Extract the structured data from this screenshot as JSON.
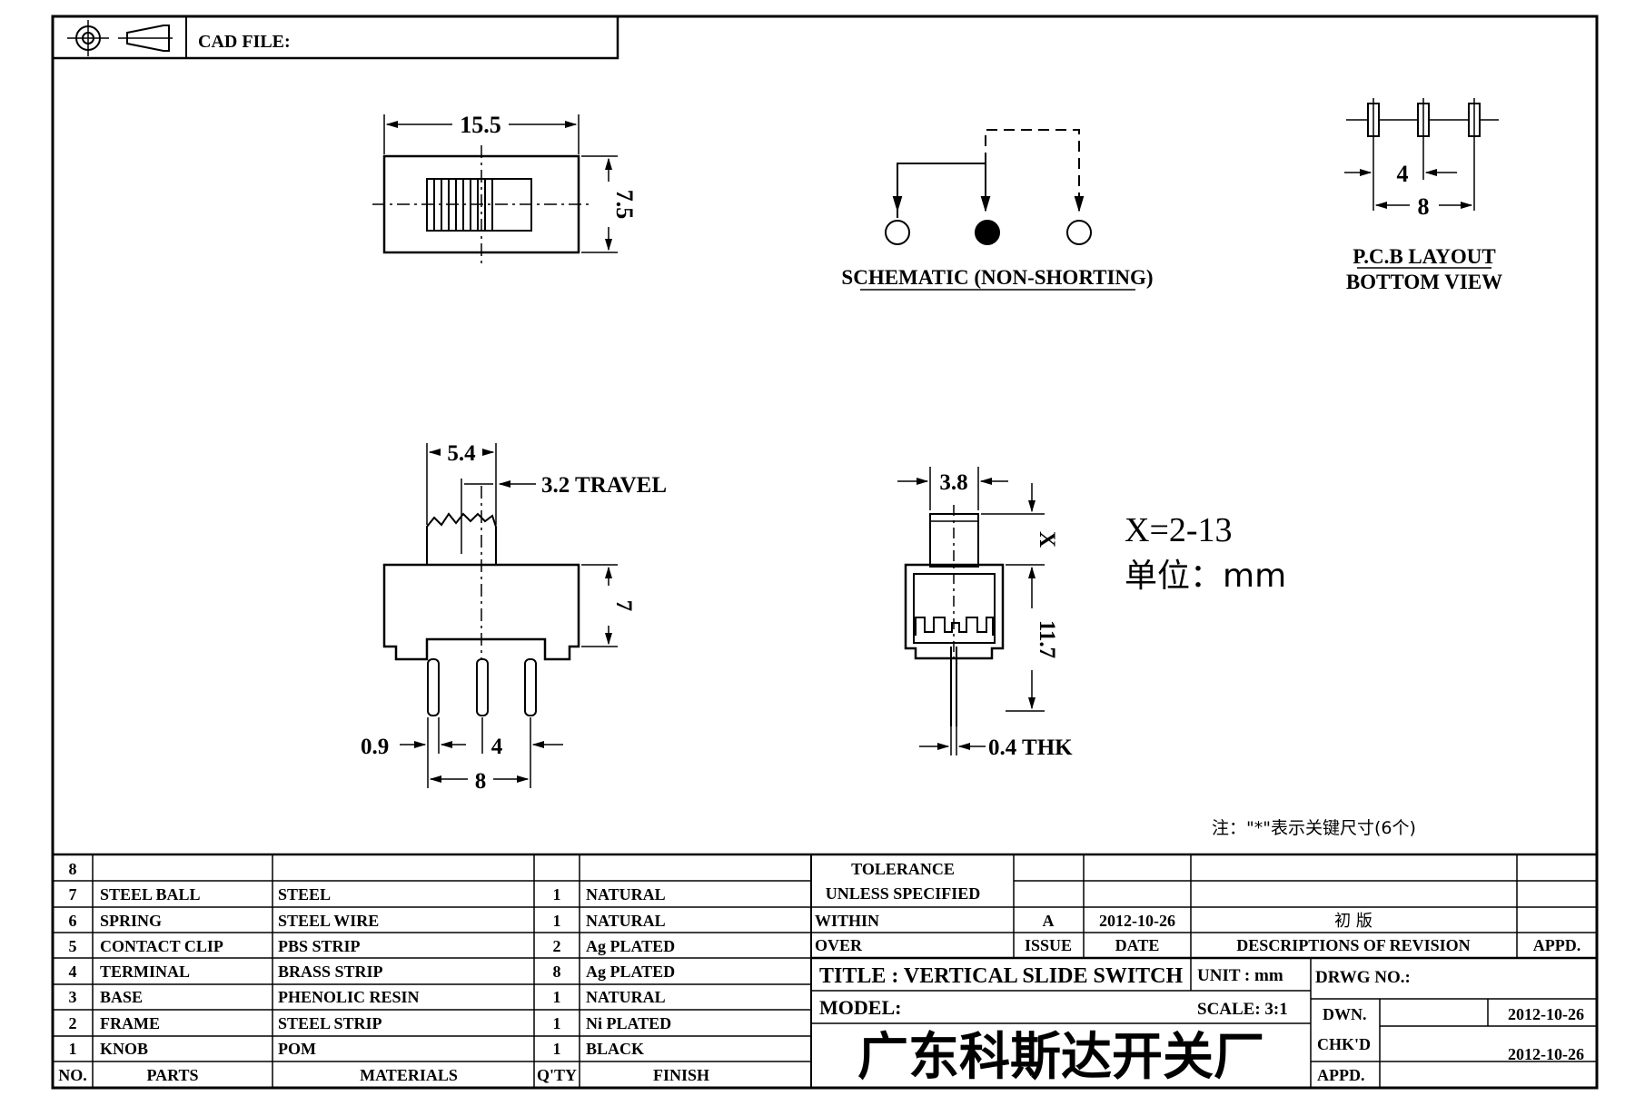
{
  "header": {
    "cad_file_label": "CAD FILE:"
  },
  "top_view": {
    "width": "15.5",
    "height": "7.5"
  },
  "schematic": {
    "caption": "SCHEMATIC (NON-SHORTING)"
  },
  "pcb": {
    "pitch": "4",
    "span": "8",
    "caption_line1": "P.C.B LAYOUT",
    "caption_line2": "BOTTOM VIEW"
  },
  "front_view": {
    "knob_width": "5.4",
    "travel": "3.2 TRAVEL",
    "body_height": "7",
    "pin_width": "0.9",
    "pitch": "4",
    "span": "8"
  },
  "side_view": {
    "width": "3.8",
    "x_dim": "X",
    "height": "11.7",
    "thickness": "0.4 THK"
  },
  "notes": {
    "x_range": "X=2-13",
    "unit": "单位：mm",
    "footnote": "注：\"*\"表示关键尺寸(6个)"
  },
  "bom": {
    "headers": {
      "no": "NO.",
      "parts": "PARTS",
      "materials": "MATERIALS",
      "qty": "Q'TY",
      "finish": "FINISH"
    },
    "rows": [
      {
        "no": "8",
        "part": "",
        "material": "",
        "qty": "",
        "finish": ""
      },
      {
        "no": "7",
        "part": "STEEL BALL",
        "material": "STEEL",
        "qty": "1",
        "finish": "NATURAL"
      },
      {
        "no": "6",
        "part": "SPRING",
        "material": "STEEL WIRE",
        "qty": "1",
        "finish": "NATURAL"
      },
      {
        "no": "5",
        "part": "CONTACT CLIP",
        "material": "PBS STRIP",
        "qty": "2",
        "finish": "Ag PLATED"
      },
      {
        "no": "4",
        "part": "TERMINAL",
        "material": "BRASS STRIP",
        "qty": "8",
        "finish": "Ag PLATED"
      },
      {
        "no": "3",
        "part": "BASE",
        "material": "PHENOLIC RESIN",
        "qty": "1",
        "finish": "NATURAL"
      },
      {
        "no": "2",
        "part": "FRAME",
        "material": "STEEL STRIP",
        "qty": "1",
        "finish": "Ni PLATED"
      },
      {
        "no": "1",
        "part": "KNOB",
        "material": "POM",
        "qty": "1",
        "finish": "BLACK"
      }
    ]
  },
  "title_block": {
    "tolerance": "TOLERANCE",
    "unless_specified": "UNLESS SPECIFIED",
    "within": "WITHIN",
    "over": "OVER",
    "rev_letter": "A",
    "rev_date": "2012-10-26",
    "rev_desc": "初 版",
    "issue": "ISSUE",
    "date": "DATE",
    "desc_of_revision": "DESCRIPTIONS OF REVISION",
    "appd_header": "APPD.",
    "title": "TITLE :  VERTICAL SLIDE SWITCH",
    "unit": "UNIT :  mm",
    "drwg_no": "DRWG NO.:",
    "model": "MODEL:",
    "scale": "SCALE:  3:1",
    "company": "广东科斯达开关厂",
    "dwn": "DWN.",
    "dwn_date": "2012-10-26",
    "chkd": "CHK'D",
    "chkd_date": "2012-10-26",
    "appd": "APPD."
  }
}
